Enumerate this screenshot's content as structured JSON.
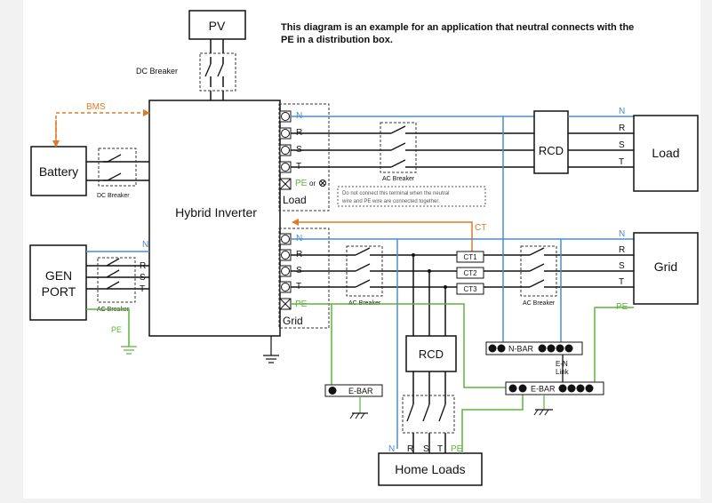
{
  "note": {
    "line1": "This diagram is an example for an application that neutral connects with the",
    "line2": "PE in a distribution box."
  },
  "boxes": {
    "pv": "PV",
    "battery": "Battery",
    "gen_line1": "GEN",
    "gen_line2": "PORT",
    "inverter": "Hybrid Inverter",
    "load": "Load",
    "grid": "Grid",
    "rcd": "RCD",
    "home_loads": "Home Loads"
  },
  "labels": {
    "dc_breaker_pv": "DC Breaker",
    "dc_breaker_batt": "DC Breaker",
    "ac_breaker_gen": "AC Breaker",
    "ac_breaker_load": "AC Breaker",
    "ac_breaker_grid_left": "AC Breaker",
    "ac_breaker_grid_right": "AC Breaker",
    "bms": "BMS",
    "ct": "CT",
    "ct1": "CT1",
    "ct2": "CT2",
    "ct3": "CT3",
    "load_port": "Load",
    "grid_port": "Grid",
    "pe_or": "PE",
    "or_text": "or",
    "warn_line1": "Do not connect this terminal when the neutral",
    "warn_line2": "wire and PE wire are connected together.",
    "n_bar": "N-BAR",
    "e_bar": "E-BAR",
    "e_bar2": "E-BAR",
    "en_link1": "E-N",
    "en_link2": "Link",
    "pe_gen": "PE",
    "pe_grid": "PE",
    "pe_grid_port": "PE"
  },
  "wires": {
    "N": "N",
    "R": "R",
    "S": "S",
    "T": "T",
    "PE": "PE"
  },
  "colors": {
    "neutral": "#4a8ec9",
    "pe": "#5db33f",
    "bms_ct": "#e07a26",
    "line": "#1a1a1a",
    "box_fill": "#ffffff",
    "background": "#f2f2f2"
  }
}
